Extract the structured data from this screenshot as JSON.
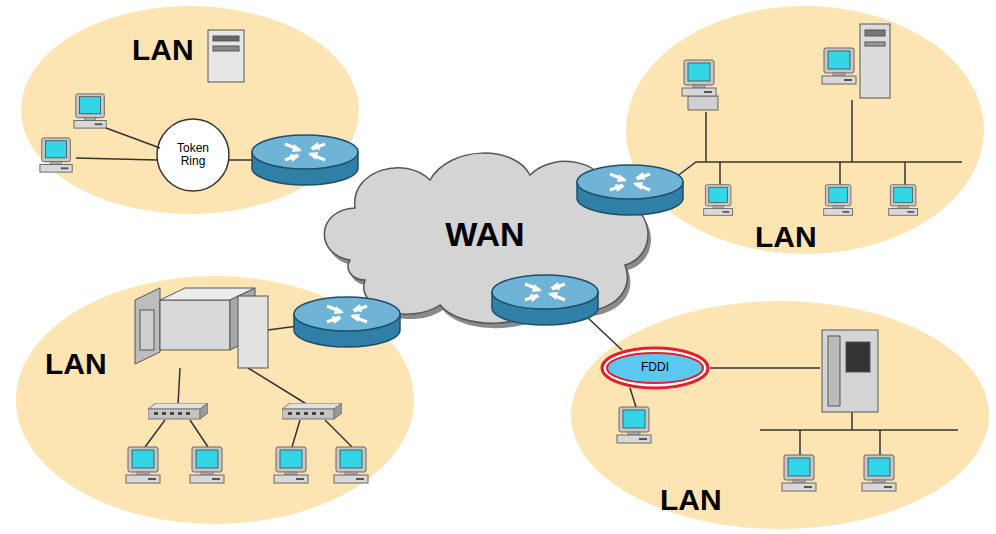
{
  "diagram": {
    "nodes": [
      {
        "text": [
          "LAN"
        ]
      },
      {
        "text": [
          "Token Ring"
        ],
        "in": 0
      },
      {
        "text": [
          "LAN"
        ]
      },
      {
        "text": [
          "WAN"
        ]
      },
      {
        "text": [
          "LAN"
        ]
      },
      {
        "text": [
          "LAN"
        ]
      },
      {
        "text": [
          "FDDI"
        ],
        "in": 5
      }
    ]
  }
}
